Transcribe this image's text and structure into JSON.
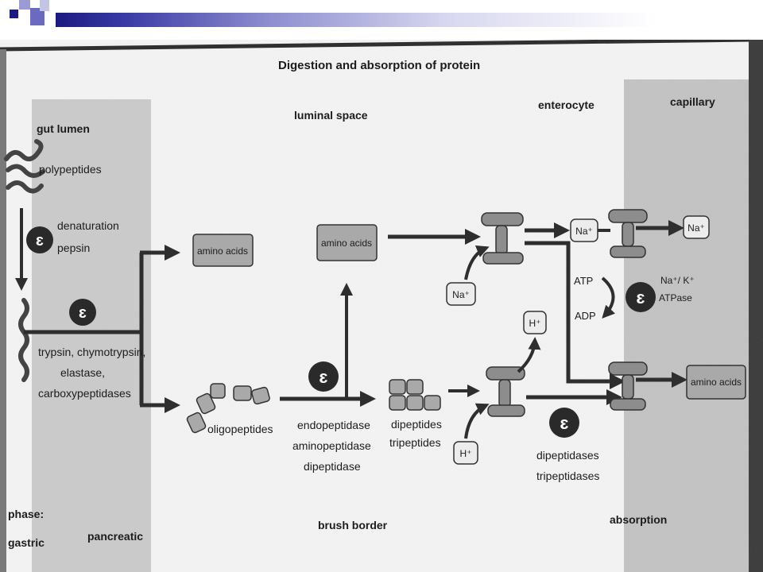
{
  "title": "Digestion and absorption of protein",
  "regions": {
    "gut_lumen": "gut lumen",
    "luminal_space": "luminal space",
    "enterocyte": "enterocyte",
    "capillary": "capillary"
  },
  "molecules": {
    "polypeptides": "polypeptides",
    "amino_acids_1": "amino acids",
    "amino_acids_2": "amino acids",
    "amino_acids_3": "amino acids",
    "oligopeptides": "oligopeptides",
    "dipeptides": "dipeptides",
    "tripeptides": "tripeptides",
    "na_in": "Na⁺",
    "na_mid": "Na⁺",
    "na_out": "Na⁺",
    "h_out": "H⁺",
    "h_in": "H⁺"
  },
  "enzymes": {
    "gastric_line1": "denaturation",
    "gastric_line2": "pepsin",
    "pancreatic_line1": "trypsin, chymotrypsin,",
    "pancreatic_line2": "elastase,",
    "pancreatic_line3": "carboxypeptidases",
    "brush_line1": "endopeptidase",
    "brush_line2": "aminopeptidase",
    "brush_line3": "dipeptidase",
    "cyto_line1": "dipeptidases",
    "cyto_line2": "tripeptidases",
    "atpase_line1": "Na⁺/ K⁺",
    "atpase_line2": "ATPase",
    "atp": "ATP",
    "adp": "ADP"
  },
  "phases": {
    "label": "phase:",
    "gastric": "gastric",
    "pancreatic": "pancreatic",
    "brush_border": "brush border",
    "absorption": "absorption"
  },
  "colors": {
    "header_blue": "#1a1a80",
    "header_light": "#9b9bd5",
    "shade": "#c9c9c9",
    "box_fill": "#a9a9a9",
    "arrow": "#2e2e2e"
  }
}
